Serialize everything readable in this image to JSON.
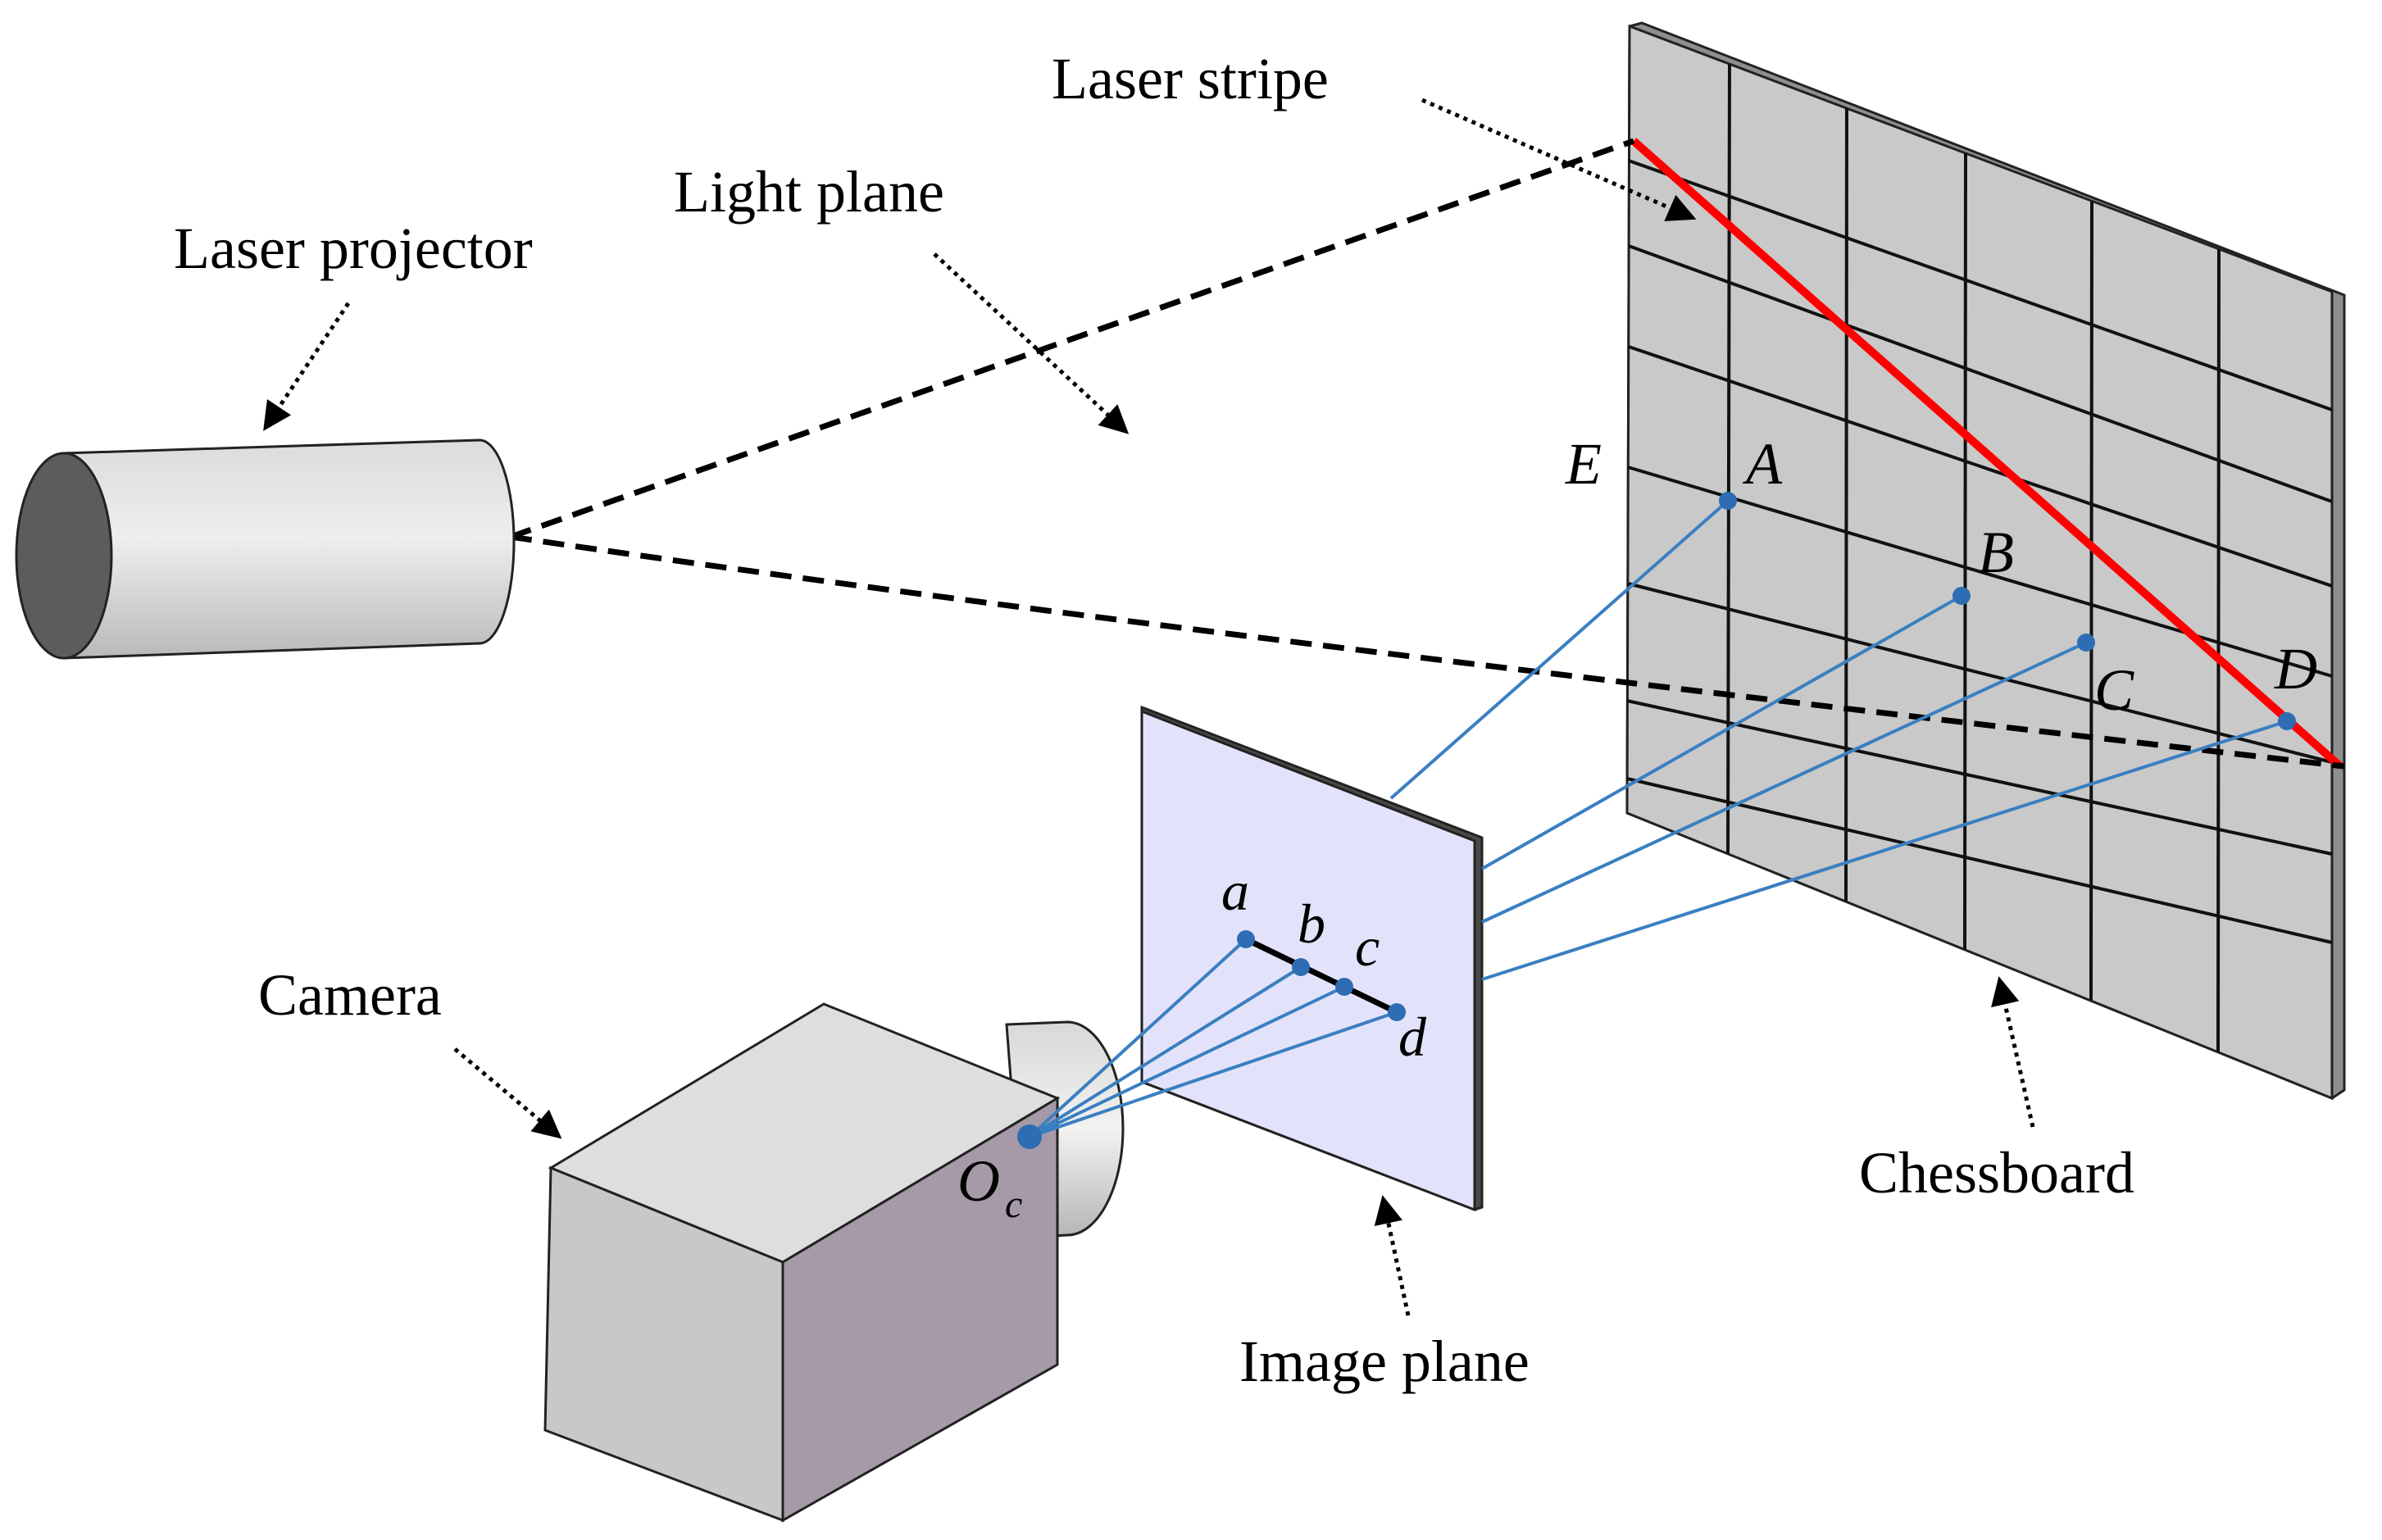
{
  "labels": {
    "laser_stripe": "Laser stripe",
    "light_plane": "Light plane",
    "laser_projector": "Laser projector",
    "camera": "Camera",
    "image_plane": "Image plane",
    "chessboard": "Chessboard"
  },
  "points": {
    "A": "A",
    "B": "B",
    "C": "C",
    "D": "D",
    "E": "E",
    "a": "a",
    "b": "b",
    "c": "c",
    "d": "d",
    "Oc_main": "O",
    "Oc_sub": "c"
  },
  "colors": {
    "laser": "#ff0000",
    "ray": "#3a7fc1",
    "board": "#c9c9c9",
    "image_plane": "#e2e3fa",
    "camera_light": "#d4d4d4",
    "camera_dark": "#a69aa8"
  }
}
